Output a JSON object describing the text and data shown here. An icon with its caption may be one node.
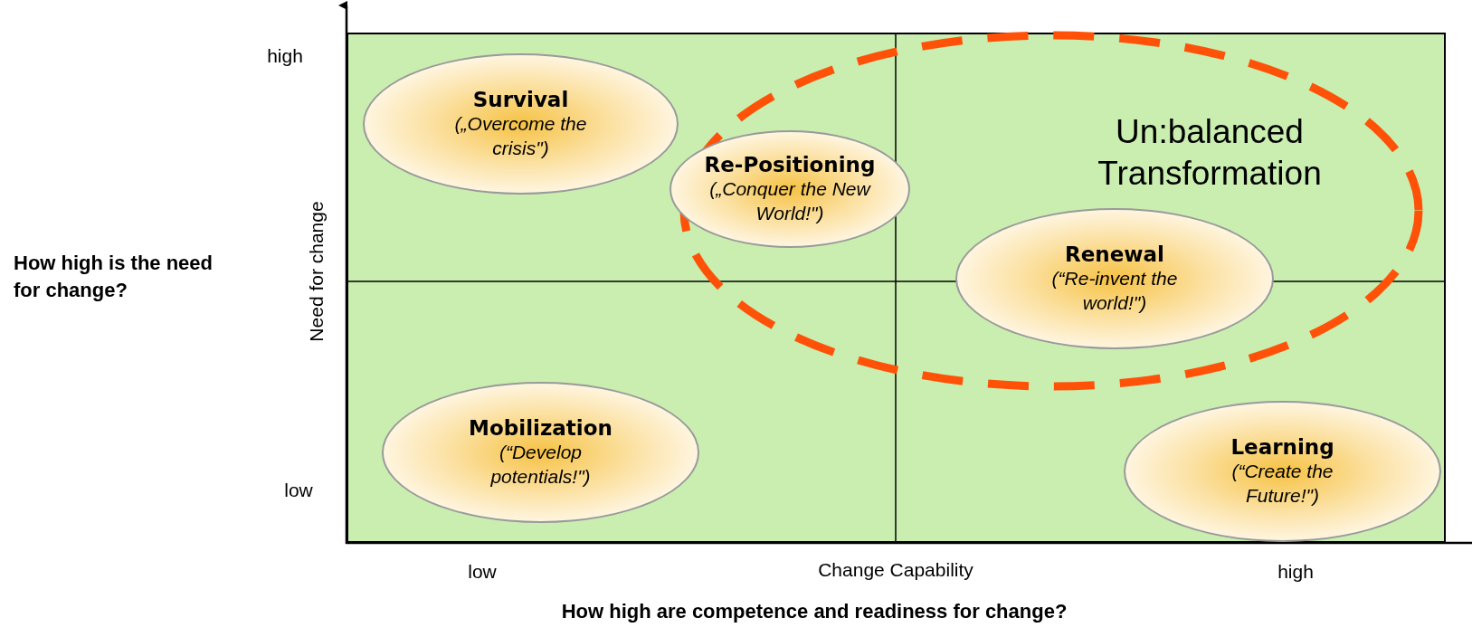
{
  "diagram": {
    "nodes": [
      {
        "text": [],
        "shape": "box"
      },
      {
        "text": [
          "Survival",
          "(„Overcome the crisis\")"
        ],
        "in": 0
      },
      {
        "text": [
          "Un:balanced Transformation"
        ],
        "in": 0
      },
      {
        "text": [
          "Re-Positioning",
          "(„Conquer the New World!\")"
        ],
        "in": 0
      },
      {
        "text": [
          "Renewal",
          "(“Re-invent the world!\")"
        ],
        "in": 2
      },
      {
        "text": [
          "Mobilization",
          "(“Develop potentials!\")"
        ],
        "in": 0
      },
      {
        "text": [
          "Learning",
          "(“Create the Future!\")"
        ],
        "in": 0
      }
    ],
    "edges": [],
    "labels": [
      "high",
      "How high is the need for change?",
      "Need for change",
      "low",
      "low",
      "Change Capability",
      "high",
      "How high are competence and readiness for change?"
    ]
  }
}
